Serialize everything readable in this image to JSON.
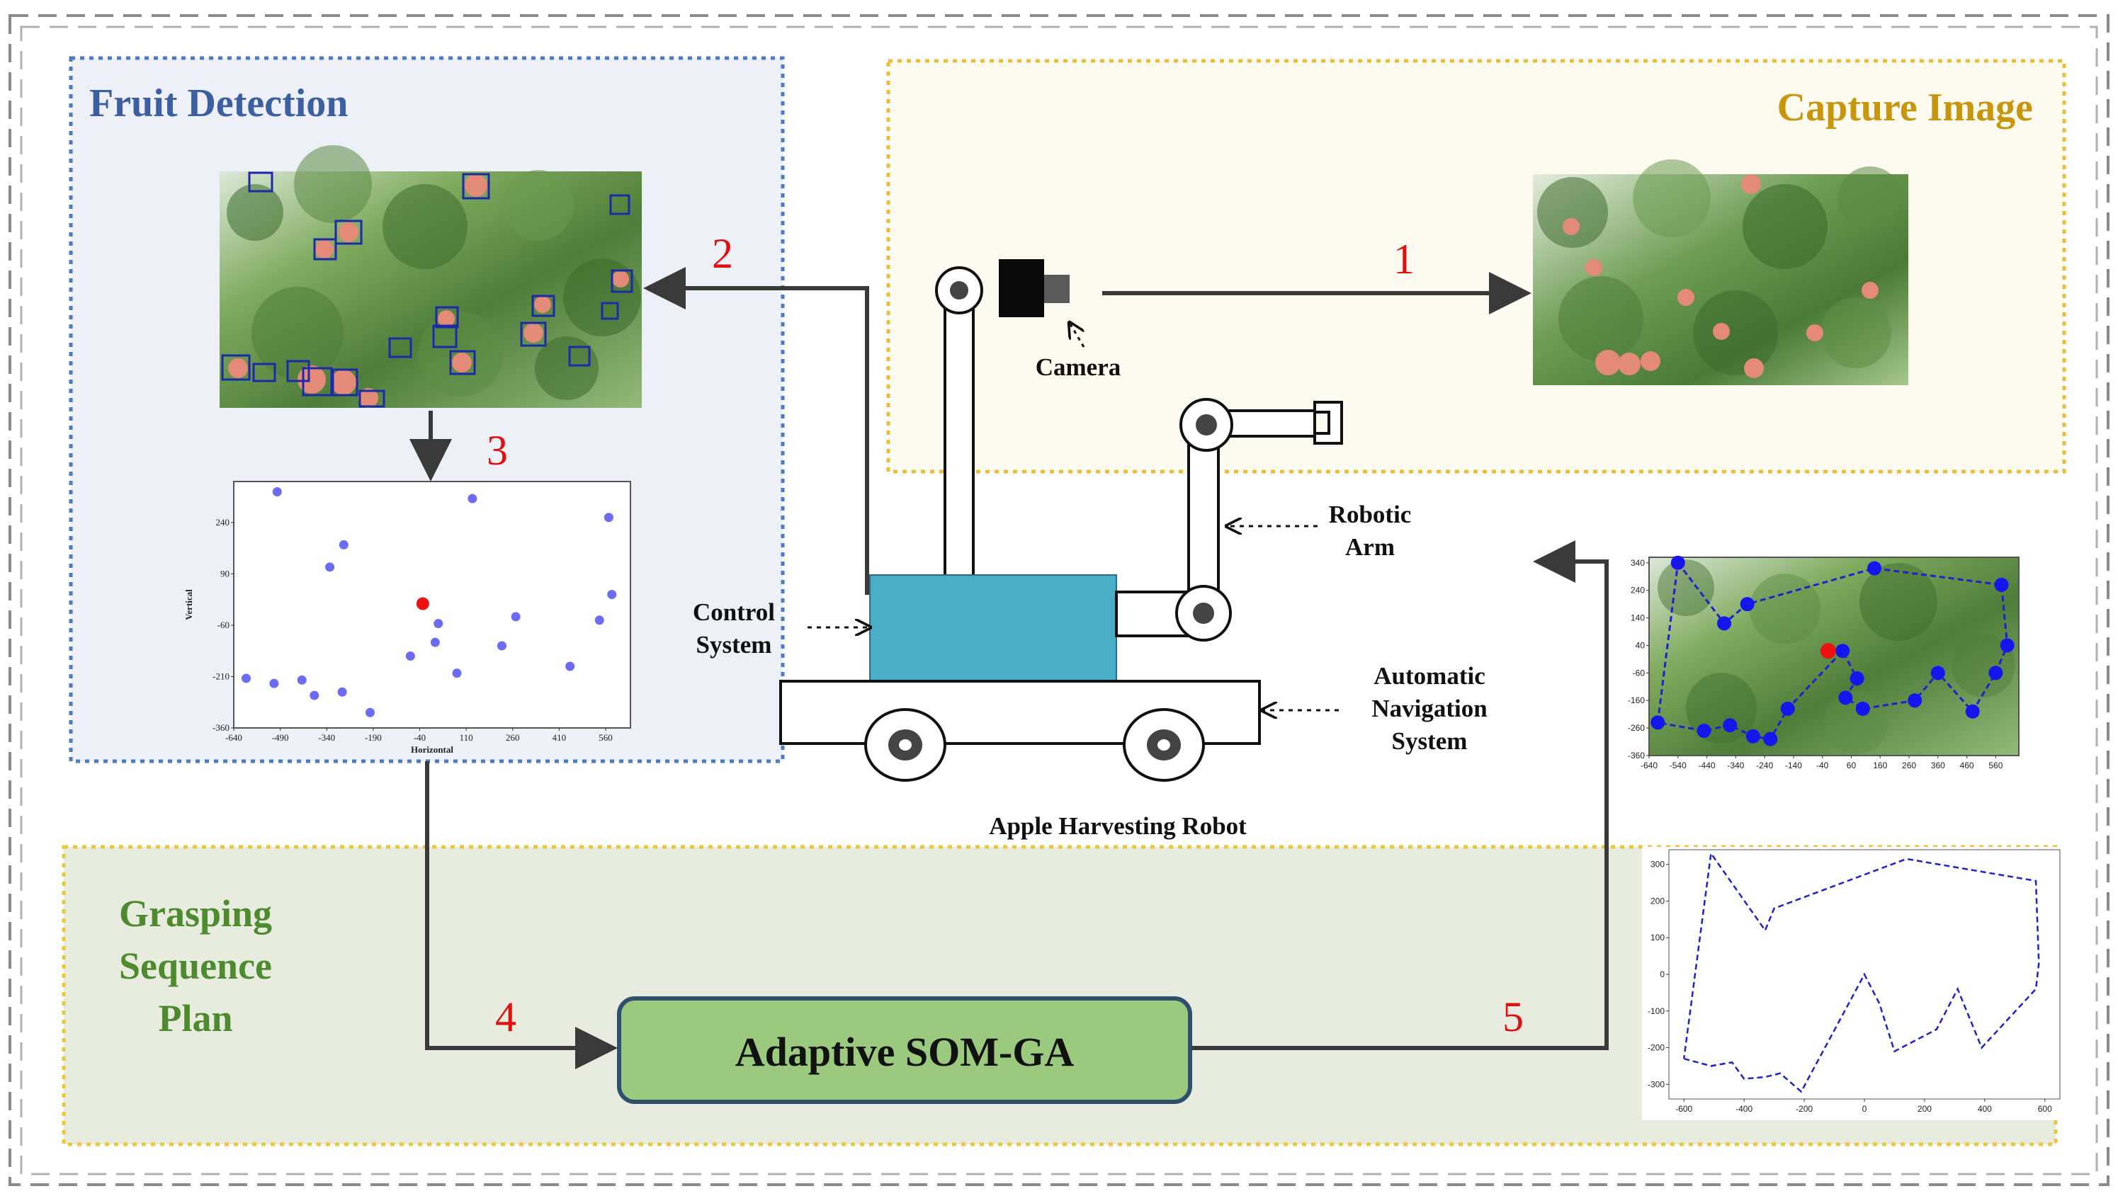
{
  "sections": {
    "fruit_detection": "Fruit Detection",
    "capture_image": "Capture Image",
    "grasping_plan": [
      "Grasping",
      "Sequence",
      "Plan"
    ]
  },
  "labels": {
    "camera": "Camera",
    "robotic_arm": [
      "Robotic",
      "Arm"
    ],
    "control_system": [
      "Control",
      "System"
    ],
    "navigation": [
      "Automatic",
      "Navigation",
      "System"
    ],
    "robot_caption": "Apple Harvesting Robot",
    "algorithm": "Adaptive SOM-GA"
  },
  "steps": [
    "1",
    "2",
    "3",
    "4",
    "5"
  ],
  "colors": {
    "fruit_detection_border": "#4a7cc4",
    "fruit_detection_title": "#3b5fa0",
    "capture_border": "#e8be3a",
    "capture_title": "#c8960c",
    "grasping_border": "#e8c83a",
    "grasping_title": "#4e8a2e",
    "algorithm_fill": "#9bc97e",
    "algorithm_border": "#2e4f6e",
    "robot_body": "#4aadc8",
    "step_numbers": "#e01010",
    "scatter_points": "#6b6bf5",
    "target_point": "#ee1111",
    "route_line": "#2020cc"
  },
  "chart_data": [
    {
      "type": "scatter",
      "xlabel": "Horizontal",
      "ylabel": "Vertical",
      "xticks": [
        "-640",
        "-490",
        "-340",
        "-190",
        "-40",
        "110",
        "260",
        "410",
        "560"
      ],
      "yticks": [
        "240",
        "90",
        "-60",
        "-210",
        "-360"
      ],
      "xlim": [
        -640,
        640
      ],
      "ylim": [
        -360,
        360
      ],
      "points": [
        {
          "x": -500,
          "y": 330
        },
        {
          "x": 130,
          "y": 310
        },
        {
          "x": 570,
          "y": 255
        },
        {
          "x": -285,
          "y": 175
        },
        {
          "x": -330,
          "y": 110
        },
        {
          "x": 580,
          "y": 30
        },
        {
          "x": 270,
          "y": -35
        },
        {
          "x": 20,
          "y": -55
        },
        {
          "x": 540,
          "y": -45
        },
        {
          "x": 10,
          "y": -110
        },
        {
          "x": 225,
          "y": -120
        },
        {
          "x": -70,
          "y": -150
        },
        {
          "x": 445,
          "y": -180
        },
        {
          "x": 80,
          "y": -200
        },
        {
          "x": -600,
          "y": -215
        },
        {
          "x": -510,
          "y": -230
        },
        {
          "x": -420,
          "y": -220
        },
        {
          "x": -380,
          "y": -265
        },
        {
          "x": -290,
          "y": -255
        },
        {
          "x": -200,
          "y": -315
        }
      ],
      "highlight": {
        "x": -30,
        "y": 3
      }
    },
    {
      "type": "scatter",
      "xticks": [
        "-640",
        "-540",
        "-440",
        "-340",
        "-240",
        "-140",
        "-40",
        "60",
        "160",
        "260",
        "360",
        "460",
        "560"
      ],
      "yticks": [
        "340",
        "240",
        "140",
        "40",
        "-60",
        "-160",
        "-260",
        "-360"
      ],
      "xlim": [
        -640,
        640
      ],
      "ylim": [
        -360,
        360
      ],
      "route": [
        {
          "x": -540,
          "y": 340
        },
        {
          "x": -380,
          "y": 120
        },
        {
          "x": -300,
          "y": 190
        },
        {
          "x": 140,
          "y": 320
        },
        {
          "x": 580,
          "y": 260
        },
        {
          "x": 600,
          "y": 40
        },
        {
          "x": 560,
          "y": -60
        },
        {
          "x": 480,
          "y": -200
        },
        {
          "x": 360,
          "y": -60
        },
        {
          "x": 280,
          "y": -160
        },
        {
          "x": 100,
          "y": -190
        },
        {
          "x": 40,
          "y": -150
        },
        {
          "x": 80,
          "y": -80
        },
        {
          "x": 30,
          "y": 20
        },
        {
          "x": -160,
          "y": -190
        },
        {
          "x": -220,
          "y": -300
        },
        {
          "x": -280,
          "y": -290
        },
        {
          "x": -360,
          "y": -250
        },
        {
          "x": -450,
          "y": -270
        },
        {
          "x": -610,
          "y": -240
        },
        {
          "x": -540,
          "y": 340
        }
      ],
      "highlight": {
        "x": -20,
        "y": 20
      }
    },
    {
      "type": "line",
      "xticks": [
        "-600",
        "-400",
        "-200",
        "0",
        "200",
        "400",
        "600"
      ],
      "yticks": [
        "300",
        "200",
        "100",
        "0",
        "-100",
        "-200",
        "-300"
      ],
      "xlim": [
        -650,
        650
      ],
      "ylim": [
        -340,
        340
      ],
      "points": [
        {
          "x": -600,
          "y": -230
        },
        {
          "x": -510,
          "y": -250
        },
        {
          "x": -440,
          "y": -240
        },
        {
          "x": -400,
          "y": -285
        },
        {
          "x": -330,
          "y": -280
        },
        {
          "x": -280,
          "y": -270
        },
        {
          "x": -210,
          "y": -320
        },
        {
          "x": 0,
          "y": 0
        },
        {
          "x": 50,
          "y": -80
        },
        {
          "x": 100,
          "y": -210
        },
        {
          "x": 240,
          "y": -150
        },
        {
          "x": 310,
          "y": -40
        },
        {
          "x": 390,
          "y": -200
        },
        {
          "x": 570,
          "y": -40
        },
        {
          "x": 580,
          "y": 30
        },
        {
          "x": 570,
          "y": 255
        },
        {
          "x": 140,
          "y": 315
        },
        {
          "x": -300,
          "y": 180
        },
        {
          "x": -330,
          "y": 120
        },
        {
          "x": -510,
          "y": 330
        },
        {
          "x": -600,
          "y": -230
        }
      ]
    }
  ]
}
